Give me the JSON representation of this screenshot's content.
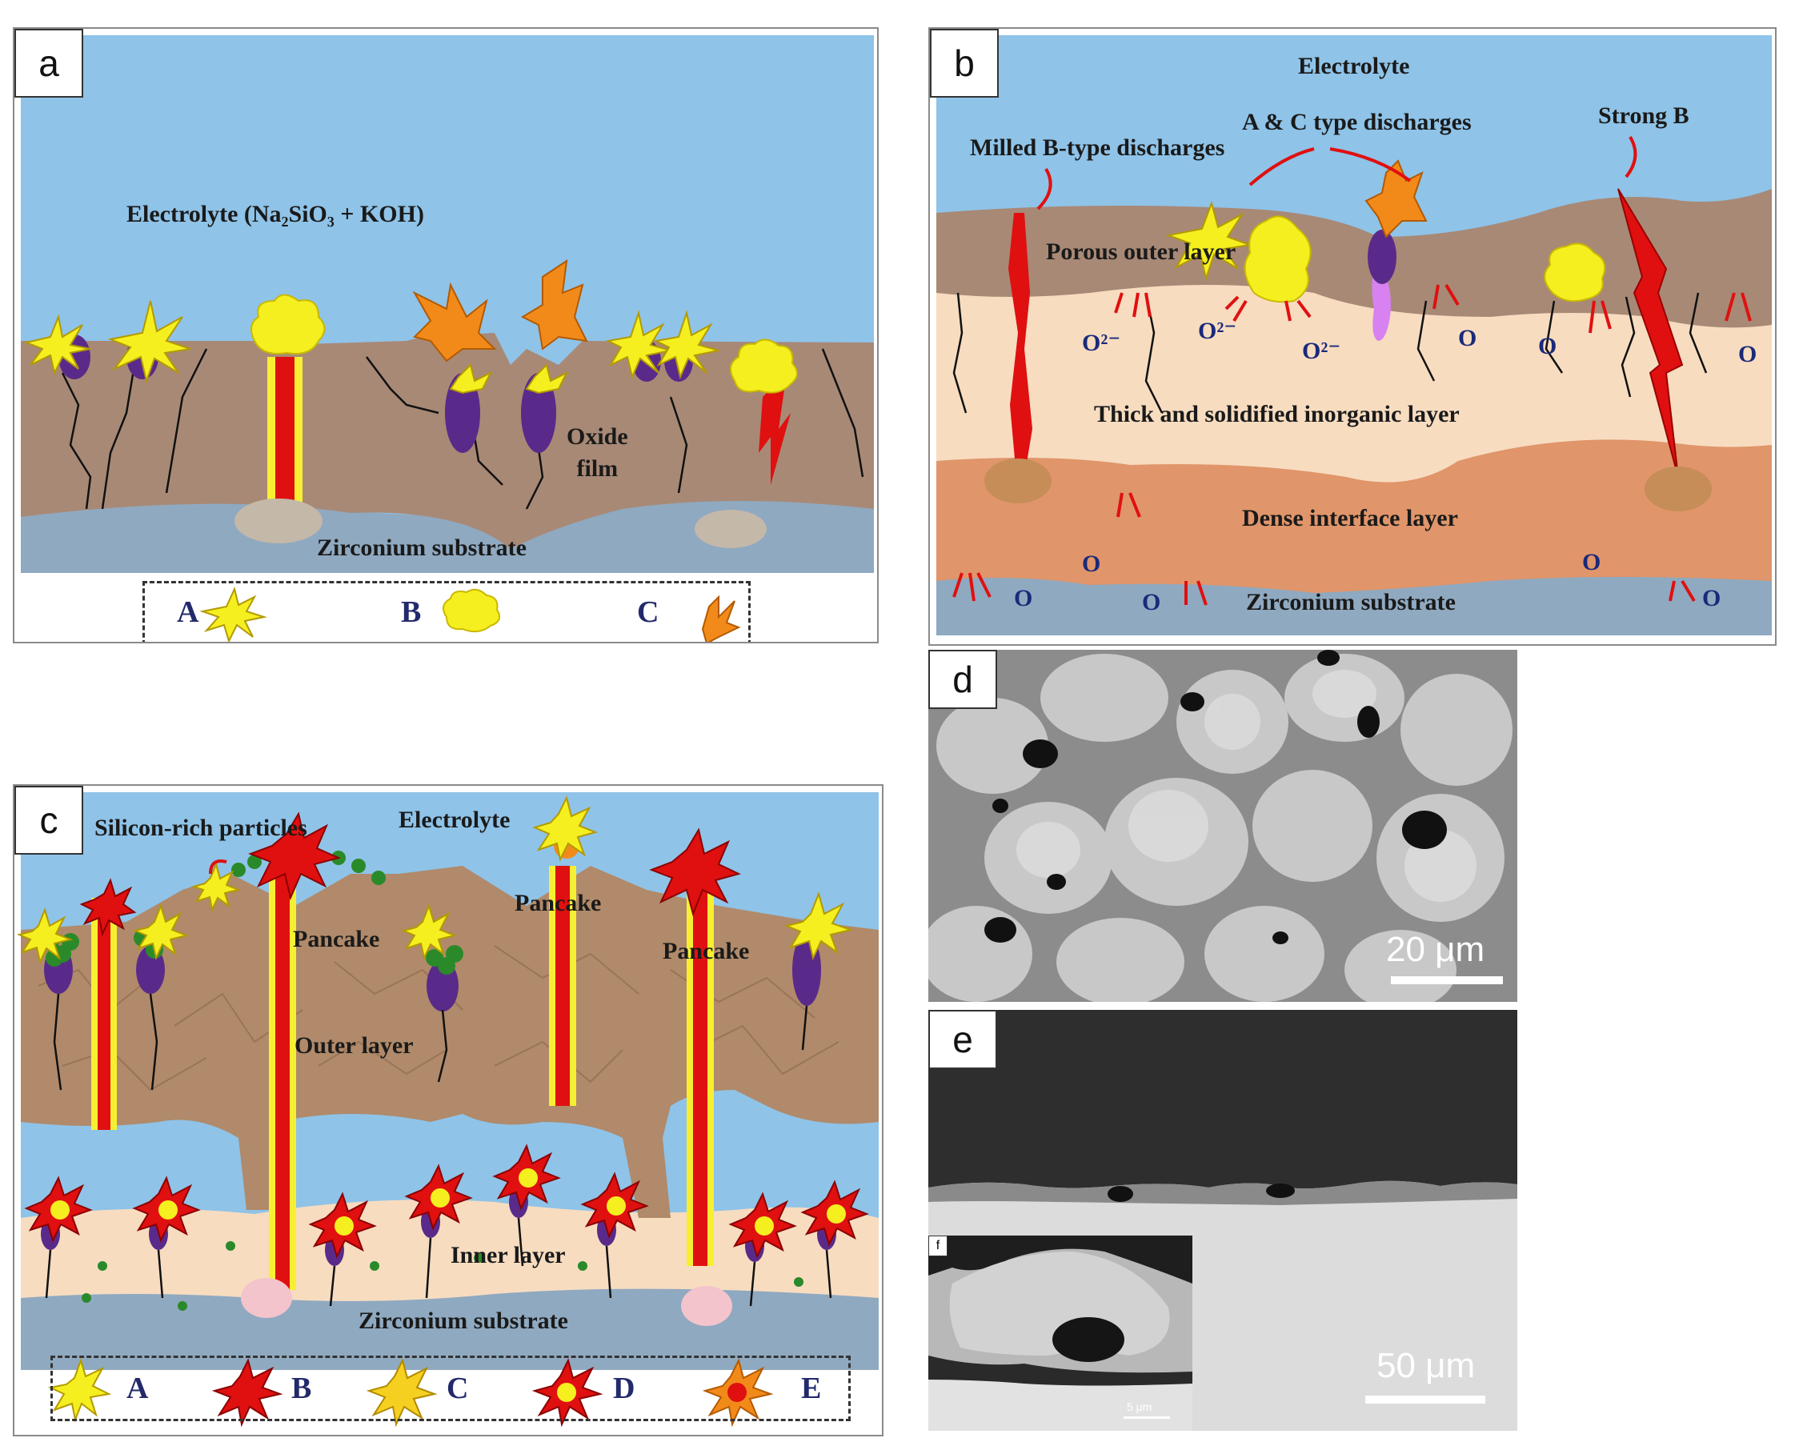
{
  "panel_a": {
    "label": "a",
    "electrolyte": "Electrolyte (Na₂SiO₃ + KOH)",
    "oxide_film": "Oxide\nfilm",
    "substrate": "Zirconium substrate",
    "legend": [
      "A",
      "B",
      "C"
    ]
  },
  "panel_b": {
    "label": "b",
    "electrolyte": "Electrolyte",
    "ac_discharges": "A & C type discharges",
    "milled": "Milled B-type discharges",
    "strong_b": "Strong B",
    "porous": "Porous outer layer",
    "thick": "Thick and solidified inorganic layer",
    "dense": "Dense interface layer",
    "substrate": "Zirconium substrate",
    "o2": "O²⁻",
    "o": "O"
  },
  "panel_c": {
    "label": "c",
    "silicon": "Silicon-rich particles",
    "electrolyte": "Electrolyte",
    "pancake": "Pancake",
    "outer": "Outer layer",
    "inner": "Inner layer",
    "substrate": "Zirconium substrate",
    "legend": [
      "A",
      "B",
      "C",
      "D",
      "E"
    ]
  },
  "panel_d": {
    "label": "d",
    "scale": "20 μm"
  },
  "panel_e": {
    "label": "e",
    "scale": "50 μm"
  },
  "panel_f": {
    "label": "f",
    "scale": "5 μm"
  },
  "colors": {
    "electrolyte": "#8fc3e8",
    "oxide": "#a98a78",
    "substrate": "#8fa9c0",
    "inorganic": "#f7dcc0",
    "dense": "#e0956a",
    "red": "#e01010",
    "yellow": "#f5ef20",
    "purple": "#5a2a8a"
  }
}
